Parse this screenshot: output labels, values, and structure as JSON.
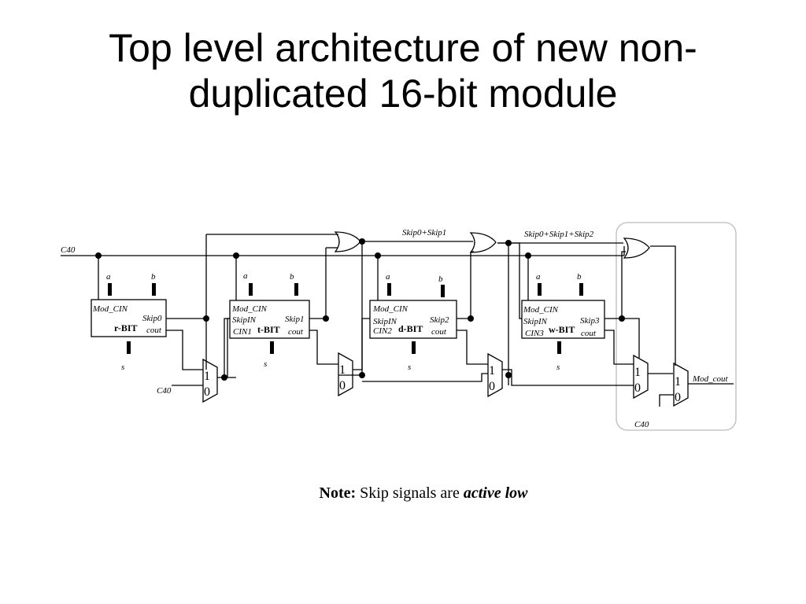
{
  "slide": {
    "title_line1": "Top level architecture of new non-",
    "title_line2": "duplicated 16-bit module"
  },
  "diagram": {
    "c40_input": "C40",
    "c40_mux1": "C40",
    "c40_final": "C40",
    "or_out_1": "Skip0+Skip1",
    "or_out_2": "Skip0+Skip1+Skip2",
    "mod_cout": "Mod_cout",
    "blocks": [
      {
        "name": "r-BIT",
        "in_a": "a",
        "in_b": "b",
        "mod_cin": "Mod_CIN",
        "skip_in": "",
        "cin": "",
        "skip": "Skip0",
        "cout": "cout",
        "sum": "s"
      },
      {
        "name": "t-BIT",
        "in_a": "a",
        "in_b": "b",
        "mod_cin": "Mod_CIN",
        "skip_in": "SkipIN",
        "cin": "CIN1",
        "skip": "Skip1",
        "cout": "cout",
        "sum": "s"
      },
      {
        "name": "d-BIT",
        "in_a": "a",
        "in_b": "b",
        "mod_cin": "Mod_CIN",
        "skip_in": "SkipIN",
        "cin": "CIN2",
        "skip": "Skip2",
        "cout": "cout",
        "sum": "s"
      },
      {
        "name": "w-BIT",
        "in_a": "a",
        "in_b": "b",
        "mod_cin": "Mod_CIN",
        "skip_in": "SkipIN",
        "cin": "CIN3",
        "skip": "Skip3",
        "cout": "cout",
        "sum": "s"
      }
    ],
    "mux_one": "1",
    "mux_zero": "0"
  },
  "note": {
    "label": "Note:",
    "text": "Skip signals are",
    "emphasis": "active low"
  }
}
